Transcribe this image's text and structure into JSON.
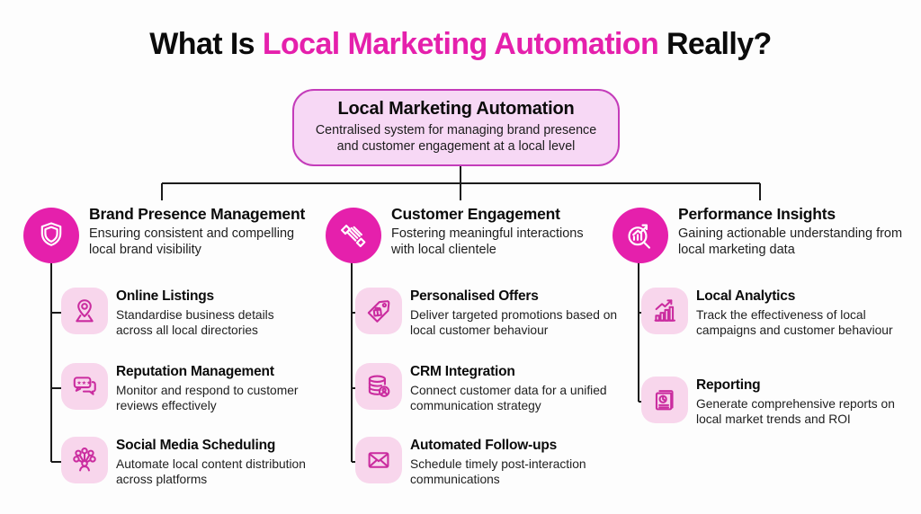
{
  "header": {
    "prefix": "What Is ",
    "highlight": "Local Marketing Automation",
    "suffix": " Really?"
  },
  "root": {
    "title": "Local Marketing Automation",
    "desc": "Centralised system for managing brand presence and customer engagement at a local level"
  },
  "branches": [
    {
      "title": "Brand Presence Management",
      "desc": "Ensuring consistent and compelling local brand visibility",
      "icon": "shield-icon",
      "items": [
        {
          "title": "Online Listings",
          "desc": "Standardise business details across all local directories",
          "icon": "location-pin-icon"
        },
        {
          "title": "Reputation Management",
          "desc": "Monitor and respond to customer reviews effectively",
          "icon": "review-stars-chat-icon"
        },
        {
          "title": "Social Media Scheduling",
          "desc": "Automate local content distribution across platforms",
          "icon": "social-network-icon"
        }
      ]
    },
    {
      "title": "Customer Engagement",
      "desc": "Fostering meaningful interactions with local clientele",
      "icon": "handshake-icon",
      "items": [
        {
          "title": "Personalised Offers",
          "desc": "Deliver targeted promotions based on local customer behaviour",
          "icon": "offer-gift-tag-icon"
        },
        {
          "title": "CRM Integration",
          "desc": "Connect customer data for a unified communication strategy",
          "icon": "crm-database-icon"
        },
        {
          "title": "Automated Follow-ups",
          "desc": "Schedule timely post-interaction communications",
          "icon": "envelope-icon"
        }
      ]
    },
    {
      "title": "Performance Insights",
      "desc": "Gaining actionable understanding from local marketing data",
      "icon": "magnifier-chart-icon",
      "items": [
        {
          "title": "Local Analytics",
          "desc": "Track the effectiveness of local campaigns and customer behaviour",
          "icon": "growth-bar-chart-icon"
        },
        {
          "title": "Reporting",
          "desc": "Generate comprehensive reports on local market trends and ROI",
          "icon": "report-pie-document-icon"
        }
      ]
    }
  ],
  "colors": {
    "accent": "#e520ac",
    "box_bg": "#f7d8f5",
    "box_border": "#c43cba",
    "tile_bg": "#f8d6ec",
    "icon_stroke": "#ca2c9f"
  }
}
